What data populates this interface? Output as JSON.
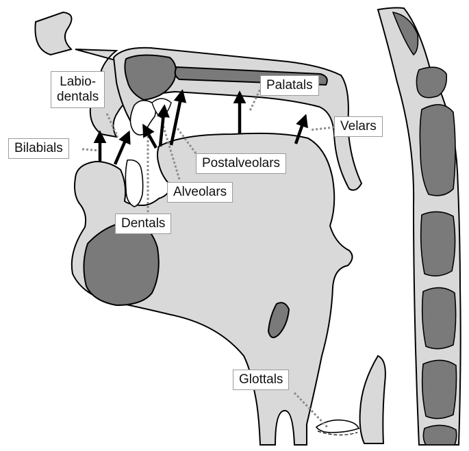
{
  "colors": {
    "tissue": "#d9d9d9",
    "bone": "#7a7a7a",
    "outline": "#000000",
    "label_border": "#9a9a9a",
    "leader": "#8c8c8c",
    "arrow": "#000000"
  },
  "labels": {
    "labiodentals_line1": "Labio-",
    "labiodentals_line2": "dentals",
    "palatals": "Palatals",
    "velars": "Velars",
    "bilabials": "Bilabials",
    "postalveolars": "Postalveolars",
    "alveolars": "Alveolars",
    "dentals": "Dentals",
    "glottals": "Glottals"
  }
}
